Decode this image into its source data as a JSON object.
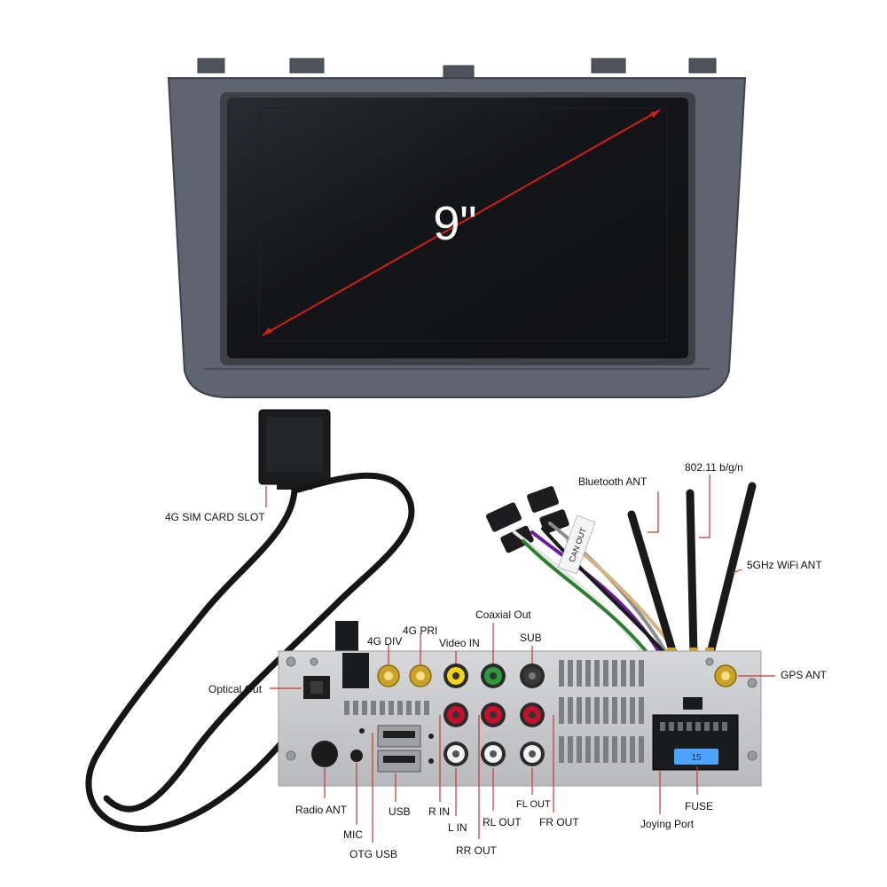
{
  "screen_size_label": "9\"",
  "labels": {
    "sim_slot": "4G SIM CARD SLOT",
    "bluetooth_ant": "Bluetooth ANT",
    "wifi_24": "802.11 b/g/n",
    "wifi_5": "5GHz WiFi ANT",
    "coaxial_out": "Coaxial Out",
    "g4_pri": "4G PRI",
    "g4_div": "4G DIV",
    "video_in": "Video IN",
    "sub": "SUB",
    "optical_out": "Optical Out",
    "gps_ant": "GPS ANT",
    "radio_ant": "Radio ANT",
    "usb": "USB",
    "r_in": "R IN",
    "l_in": "L IN",
    "rl_out": "RL OUT",
    "fl_out": "FL OUT",
    "fr_out": "FR OUT",
    "rr_out": "RR OUT",
    "mic": "MIC",
    "otg_usb": "OTG USB",
    "joying_port": "Joying Port",
    "fuse": "FUSE"
  },
  "connector_text": {
    "can_out": "CAN OUT",
    "fuse_rating": "15"
  },
  "colors": {
    "callout_line": "#c0392b",
    "diagonal_line": "#d0201c",
    "bezel": "#5e6470",
    "screen": "#141518",
    "chassis": "#c9cacc",
    "rca_red": "#c8102e",
    "rca_white": "#f2f2f2",
    "rca_yellow": "#f2d21b",
    "rca_green": "#2e9b3a",
    "gold": "#c9a227"
  }
}
